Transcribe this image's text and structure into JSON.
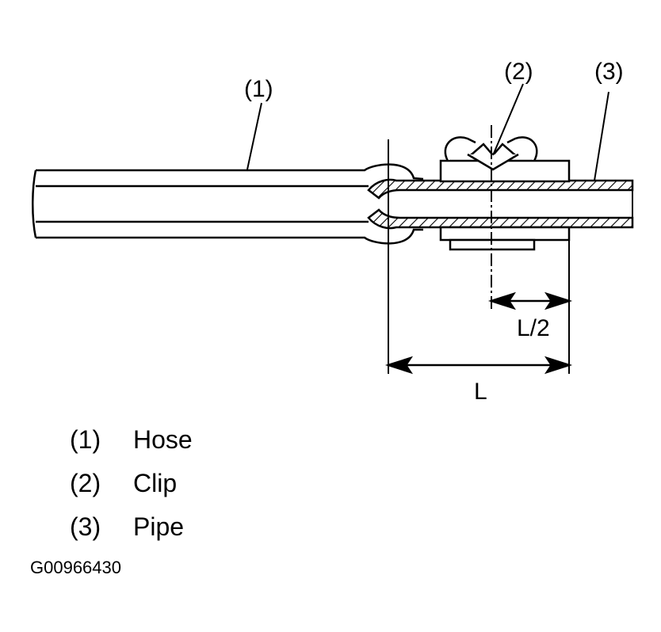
{
  "callouts": {
    "hose": "(1)",
    "clip": "(2)",
    "pipe": "(3)"
  },
  "dimensions": {
    "half_length": "L/2",
    "length": "L"
  },
  "legend": [
    {
      "num": "(1)",
      "label": "Hose"
    },
    {
      "num": "(2)",
      "label": "Clip"
    },
    {
      "num": "(3)",
      "label": "Pipe"
    }
  ],
  "figure_id": "G00966430"
}
